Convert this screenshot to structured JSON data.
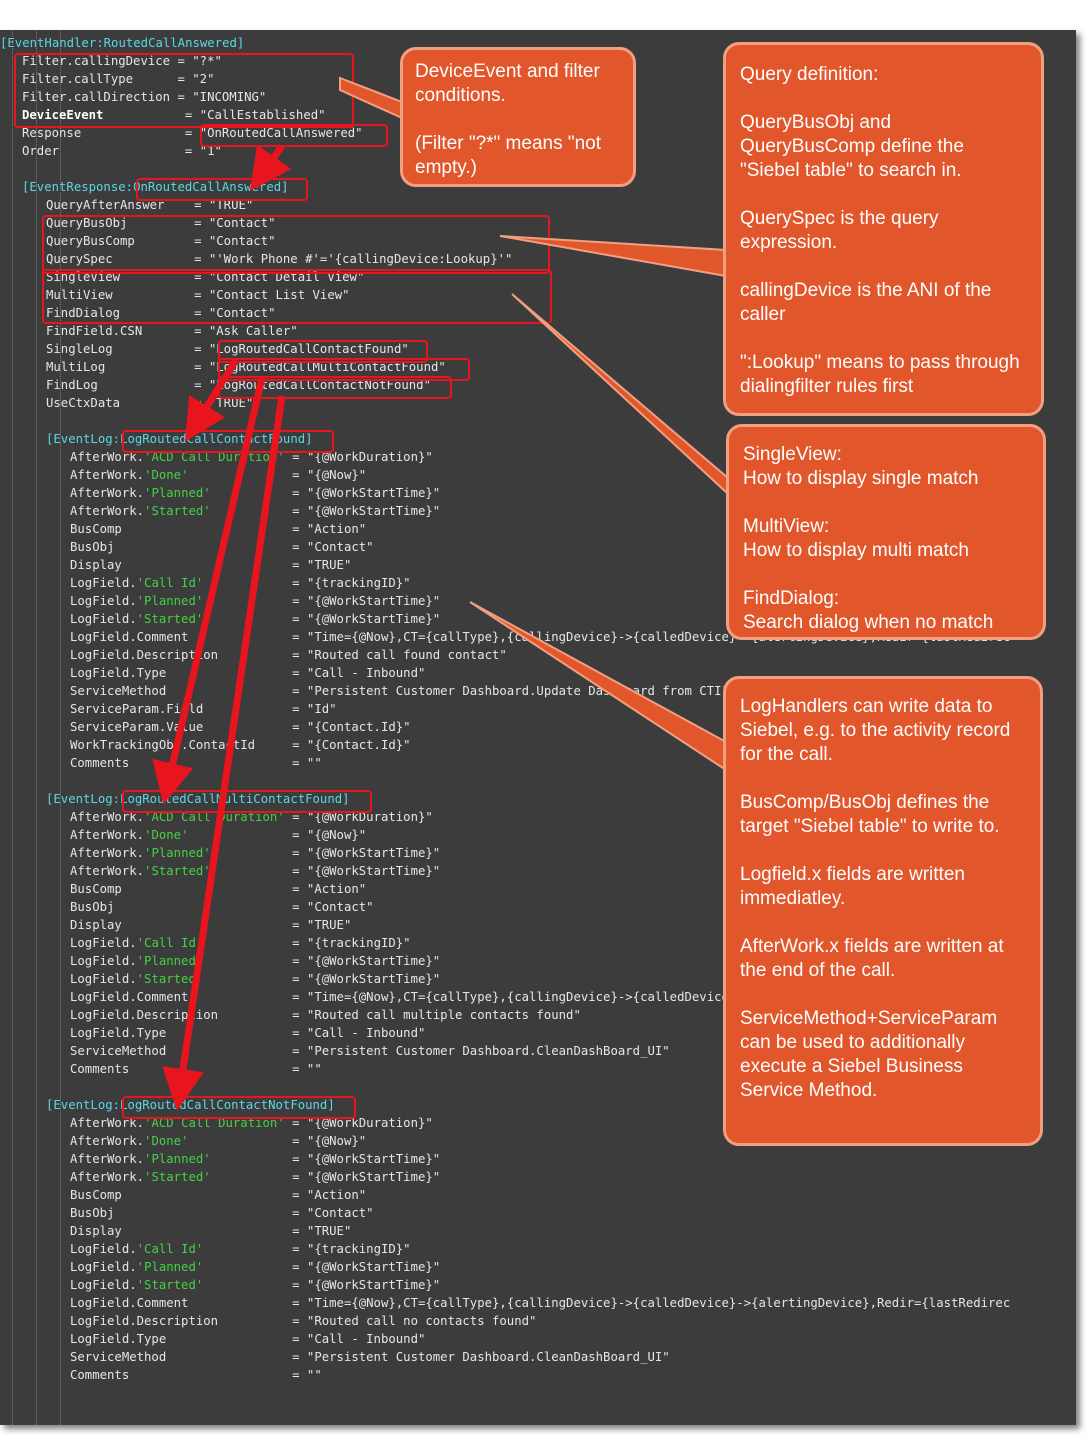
{
  "lines": [
    [
      {
        "t": "[EventHandler:RoutedCallAnswered]",
        "c": "hdr"
      }
    ],
    [
      {
        "t": "Filter.callingDevice = ",
        "c": "key"
      },
      {
        "t": "\"?*\"",
        "c": "val"
      }
    ],
    [
      {
        "t": "Filter.callType      = ",
        "c": "key"
      },
      {
        "t": "\"2\"",
        "c": "val"
      }
    ],
    [
      {
        "t": "Filter.callDirection = ",
        "c": "key"
      },
      {
        "t": "\"INCOMING\"",
        "c": "val"
      }
    ],
    [
      {
        "t": "DeviceEvent",
        "c": "bold"
      },
      {
        "t": "           = ",
        "c": "key"
      },
      {
        "t": "\"CallEstablished\"",
        "c": "val"
      }
    ],
    [
      {
        "t": "Response              = ",
        "c": "key"
      },
      {
        "t": "\"OnRoutedCallAnswered\"",
        "c": "val"
      }
    ],
    [
      {
        "t": "Order                 = ",
        "c": "key"
      },
      {
        "t": "\"1\"",
        "c": "val"
      }
    ],
    [],
    [
      {
        "t": "[EventResponse:",
        "c": "hdr"
      },
      {
        "t": "OnRoutedCallAnswered",
        "c": "hdr"
      },
      {
        "t": "]",
        "c": "hdr"
      }
    ],
    [
      {
        "t": "QueryAfterAnswer    = ",
        "c": "key"
      },
      {
        "t": "\"TRUE\"",
        "c": "val"
      }
    ],
    [
      {
        "t": "QueryBusObj         = ",
        "c": "key"
      },
      {
        "t": "\"Contact\"",
        "c": "val"
      }
    ],
    [
      {
        "t": "QueryBusComp        = ",
        "c": "key"
      },
      {
        "t": "\"Contact\"",
        "c": "val"
      }
    ],
    [
      {
        "t": "QuerySpec           = ",
        "c": "key"
      },
      {
        "t": "\"'Work Phone #'='{callingDevice:Lookup}'\"",
        "c": "val"
      }
    ],
    [
      {
        "t": "SingleView          = ",
        "c": "key"
      },
      {
        "t": "\"Contact Detail View\"",
        "c": "val"
      }
    ],
    [
      {
        "t": "MultiView           = ",
        "c": "key"
      },
      {
        "t": "\"Contact List View\"",
        "c": "val"
      }
    ],
    [
      {
        "t": "FindDialog          = ",
        "c": "key"
      },
      {
        "t": "\"Contact\"",
        "c": "val"
      }
    ],
    [
      {
        "t": "FindField.CSN       = ",
        "c": "key"
      },
      {
        "t": "\"Ask Caller\"",
        "c": "val"
      }
    ],
    [
      {
        "t": "SingleLog           = ",
        "c": "key"
      },
      {
        "t": "\"LogRoutedCallContactFound\"",
        "c": "val"
      }
    ],
    [
      {
        "t": "MultiLog            = ",
        "c": "key"
      },
      {
        "t": "\"LogRoutedCallMultiContactFound\"",
        "c": "val"
      }
    ],
    [
      {
        "t": "FindLog             = ",
        "c": "key"
      },
      {
        "t": "\"LogRoutedCallContactNotFound\"",
        "c": "val"
      }
    ],
    [
      {
        "t": "UseCtxData          = ",
        "c": "key"
      },
      {
        "t": "\"TRUE\"",
        "c": "val"
      }
    ],
    [],
    [
      {
        "t": "[EventLog:",
        "c": "hdr"
      },
      {
        "t": "LogRoutedCallContactFound",
        "c": "hdr"
      },
      {
        "t": "]",
        "c": "hdr"
      }
    ],
    [
      {
        "t": "AfterWork.",
        "c": "key"
      },
      {
        "t": "'ACD Call Duration'",
        "c": "str"
      },
      {
        "t": " = ",
        "c": "key"
      },
      {
        "t": "\"{@WorkDuration}\"",
        "c": "val"
      }
    ],
    [
      {
        "t": "AfterWork.",
        "c": "key"
      },
      {
        "t": "'Done'",
        "c": "str"
      },
      {
        "t": "              = ",
        "c": "key"
      },
      {
        "t": "\"{@Now}\"",
        "c": "val"
      }
    ],
    [
      {
        "t": "AfterWork.",
        "c": "key"
      },
      {
        "t": "'Planned'",
        "c": "str"
      },
      {
        "t": "           = ",
        "c": "key"
      },
      {
        "t": "\"{@WorkStartTime}\"",
        "c": "val"
      }
    ],
    [
      {
        "t": "AfterWork.",
        "c": "key"
      },
      {
        "t": "'Started'",
        "c": "str"
      },
      {
        "t": "           = ",
        "c": "key"
      },
      {
        "t": "\"{@WorkStartTime}\"",
        "c": "val"
      }
    ],
    [
      {
        "t": "BusComp                       = ",
        "c": "key"
      },
      {
        "t": "\"Action\"",
        "c": "val"
      }
    ],
    [
      {
        "t": "BusObj                        = ",
        "c": "key"
      },
      {
        "t": "\"Contact\"",
        "c": "val"
      }
    ],
    [
      {
        "t": "Display                       = ",
        "c": "key"
      },
      {
        "t": "\"TRUE\"",
        "c": "val"
      }
    ],
    [
      {
        "t": "LogField.",
        "c": "key"
      },
      {
        "t": "'Call Id'",
        "c": "str"
      },
      {
        "t": "            = ",
        "c": "key"
      },
      {
        "t": "\"{trackingID}\"",
        "c": "val"
      }
    ],
    [
      {
        "t": "LogField.",
        "c": "key"
      },
      {
        "t": "'Planned'",
        "c": "str"
      },
      {
        "t": "            = ",
        "c": "key"
      },
      {
        "t": "\"{@WorkStartTime}\"",
        "c": "val"
      }
    ],
    [
      {
        "t": "LogField.",
        "c": "key"
      },
      {
        "t": "'Started'",
        "c": "str"
      },
      {
        "t": "            = ",
        "c": "key"
      },
      {
        "t": "\"{@WorkStartTime}\"",
        "c": "val"
      }
    ],
    [
      {
        "t": "LogField.Comment              = ",
        "c": "key"
      },
      {
        "t": "\"Time={@Now},CT={callType},{callingDevice}->{calledDevice}->{alertingDevice},Redir={lastRedirec",
        "c": "val"
      }
    ],
    [
      {
        "t": "LogField.Description          = ",
        "c": "key"
      },
      {
        "t": "\"Routed call found contact\"",
        "c": "val"
      }
    ],
    [
      {
        "t": "LogField.Type                 = ",
        "c": "key"
      },
      {
        "t": "\"Call - Inbound\"",
        "c": "val"
      }
    ],
    [
      {
        "t": "ServiceMethod                 = ",
        "c": "key"
      },
      {
        "t": "\"Persistent Customer Dashboard.Update Dashboard from CTI\"",
        "c": "val"
      }
    ],
    [
      {
        "t": "ServiceParam.Field            = ",
        "c": "key"
      },
      {
        "t": "\"Id\"",
        "c": "val"
      }
    ],
    [
      {
        "t": "ServiceParam.Value            = ",
        "c": "key"
      },
      {
        "t": "\"{Contact.Id}\"",
        "c": "val"
      }
    ],
    [
      {
        "t": "WorkTrackingObj.ContactId     = ",
        "c": "key"
      },
      {
        "t": "\"{Contact.Id}\"",
        "c": "val"
      }
    ],
    [
      {
        "t": "Comments                      = ",
        "c": "key"
      },
      {
        "t": "\"\"",
        "c": "val"
      }
    ],
    [],
    [
      {
        "t": "[EventLog:",
        "c": "hdr"
      },
      {
        "t": "LogRoutedCallMultiContactFound",
        "c": "hdr"
      },
      {
        "t": "]",
        "c": "hdr"
      }
    ],
    [
      {
        "t": "AfterWork.",
        "c": "key"
      },
      {
        "t": "'ACD Call Duration'",
        "c": "str"
      },
      {
        "t": " = ",
        "c": "key"
      },
      {
        "t": "\"{@WorkDuration}\"",
        "c": "val"
      }
    ],
    [
      {
        "t": "AfterWork.",
        "c": "key"
      },
      {
        "t": "'Done'",
        "c": "str"
      },
      {
        "t": "              = ",
        "c": "key"
      },
      {
        "t": "\"{@Now}\"",
        "c": "val"
      }
    ],
    [
      {
        "t": "AfterWork.",
        "c": "key"
      },
      {
        "t": "'Planned'",
        "c": "str"
      },
      {
        "t": "           = ",
        "c": "key"
      },
      {
        "t": "\"{@WorkStartTime}\"",
        "c": "val"
      }
    ],
    [
      {
        "t": "AfterWork.",
        "c": "key"
      },
      {
        "t": "'Started'",
        "c": "str"
      },
      {
        "t": "           = ",
        "c": "key"
      },
      {
        "t": "\"{@WorkStartTime}\"",
        "c": "val"
      }
    ],
    [
      {
        "t": "BusComp                       = ",
        "c": "key"
      },
      {
        "t": "\"Action\"",
        "c": "val"
      }
    ],
    [
      {
        "t": "BusObj                        = ",
        "c": "key"
      },
      {
        "t": "\"Contact\"",
        "c": "val"
      }
    ],
    [
      {
        "t": "Display                       = ",
        "c": "key"
      },
      {
        "t": "\"TRUE\"",
        "c": "val"
      }
    ],
    [
      {
        "t": "LogField.",
        "c": "key"
      },
      {
        "t": "'Call Id'",
        "c": "str"
      },
      {
        "t": "            = ",
        "c": "key"
      },
      {
        "t": "\"{trackingID}\"",
        "c": "val"
      }
    ],
    [
      {
        "t": "LogField.",
        "c": "key"
      },
      {
        "t": "'Planned'",
        "c": "str"
      },
      {
        "t": "            = ",
        "c": "key"
      },
      {
        "t": "\"{@WorkStartTime}\"",
        "c": "val"
      }
    ],
    [
      {
        "t": "LogField.",
        "c": "key"
      },
      {
        "t": "'Started'",
        "c": "str"
      },
      {
        "t": "            = ",
        "c": "key"
      },
      {
        "t": "\"{@WorkStartTime}\"",
        "c": "val"
      }
    ],
    [
      {
        "t": "LogField.Comment              = ",
        "c": "key"
      },
      {
        "t": "\"Time={@Now},CT={callType},{callingDevice}->{calledDevice}->{alertingDevice},Redir={lastRedirec",
        "c": "val"
      }
    ],
    [
      {
        "t": "LogField.Description          = ",
        "c": "key"
      },
      {
        "t": "\"Routed call multiple contacts found\"",
        "c": "val"
      }
    ],
    [
      {
        "t": "LogField.Type                 = ",
        "c": "key"
      },
      {
        "t": "\"Call - Inbound\"",
        "c": "val"
      }
    ],
    [
      {
        "t": "ServiceMethod                 = ",
        "c": "key"
      },
      {
        "t": "\"Persistent Customer Dashboard.CleanDashBoard_UI\"",
        "c": "val"
      }
    ],
    [
      {
        "t": "Comments                      = ",
        "c": "key"
      },
      {
        "t": "\"\"",
        "c": "val"
      }
    ],
    [],
    [
      {
        "t": "[EventLog:",
        "c": "hdr"
      },
      {
        "t": "LogRoutedCallContactNotFound",
        "c": "hdr"
      },
      {
        "t": "]",
        "c": "hdr"
      }
    ],
    [
      {
        "t": "AfterWork.",
        "c": "key"
      },
      {
        "t": "'ACD Call Duration'",
        "c": "str"
      },
      {
        "t": " = ",
        "c": "key"
      },
      {
        "t": "\"{@WorkDuration}\"",
        "c": "val"
      }
    ],
    [
      {
        "t": "AfterWork.",
        "c": "key"
      },
      {
        "t": "'Done'",
        "c": "str"
      },
      {
        "t": "              = ",
        "c": "key"
      },
      {
        "t": "\"{@Now}\"",
        "c": "val"
      }
    ],
    [
      {
        "t": "AfterWork.",
        "c": "key"
      },
      {
        "t": "'Planned'",
        "c": "str"
      },
      {
        "t": "           = ",
        "c": "key"
      },
      {
        "t": "\"{@WorkStartTime}\"",
        "c": "val"
      }
    ],
    [
      {
        "t": "AfterWork.",
        "c": "key"
      },
      {
        "t": "'Started'",
        "c": "str"
      },
      {
        "t": "           = ",
        "c": "key"
      },
      {
        "t": "\"{@WorkStartTime}\"",
        "c": "val"
      }
    ],
    [
      {
        "t": "BusComp                       = ",
        "c": "key"
      },
      {
        "t": "\"Action\"",
        "c": "val"
      }
    ],
    [
      {
        "t": "BusObj                        = ",
        "c": "key"
      },
      {
        "t": "\"Contact\"",
        "c": "val"
      }
    ],
    [
      {
        "t": "Display                       = ",
        "c": "key"
      },
      {
        "t": "\"TRUE\"",
        "c": "val"
      }
    ],
    [
      {
        "t": "LogField.",
        "c": "key"
      },
      {
        "t": "'Call Id'",
        "c": "str"
      },
      {
        "t": "            = ",
        "c": "key"
      },
      {
        "t": "\"{trackingID}\"",
        "c": "val"
      }
    ],
    [
      {
        "t": "LogField.",
        "c": "key"
      },
      {
        "t": "'Planned'",
        "c": "str"
      },
      {
        "t": "            = ",
        "c": "key"
      },
      {
        "t": "\"{@WorkStartTime}\"",
        "c": "val"
      }
    ],
    [
      {
        "t": "LogField.",
        "c": "key"
      },
      {
        "t": "'Started'",
        "c": "str"
      },
      {
        "t": "            = ",
        "c": "key"
      },
      {
        "t": "\"{@WorkStartTime}\"",
        "c": "val"
      }
    ],
    [
      {
        "t": "LogField.Comment              = ",
        "c": "key"
      },
      {
        "t": "\"Time={@Now},CT={callType},{callingDevice}->{calledDevice}->{alertingDevice},Redir={lastRedirec",
        "c": "val"
      }
    ],
    [
      {
        "t": "LogField.Description          = ",
        "c": "key"
      },
      {
        "t": "\"Routed call no contacts found\"",
        "c": "val"
      }
    ],
    [
      {
        "t": "LogField.Type                 = ",
        "c": "key"
      },
      {
        "t": "\"Call - Inbound\"",
        "c": "val"
      }
    ],
    [
      {
        "t": "ServiceMethod                 = ",
        "c": "key"
      },
      {
        "t": "\"Persistent Customer Dashboard.CleanDashBoard_UI\"",
        "c": "val"
      }
    ],
    [
      {
        "t": "Comments                      = ",
        "c": "key"
      },
      {
        "t": "\"\"",
        "c": "val"
      }
    ]
  ],
  "callouts": {
    "device_event": [
      "DeviceEvent and filter conditions.",
      "(Filter \"?*\" means \"not empty.)"
    ],
    "query": [
      "Query definition:",
      "QueryBusObj and QueryBusComp define the \"Siebel table\" to search in.",
      "QuerySpec is the query expression.",
      "callingDevice is the ANI of the caller",
      "\":Lookup\" means to pass through dialingfilter rules first"
    ],
    "views": [
      "SingleView:\nHow to display single match",
      "MultiView:\nHow to display multi match",
      "FindDialog:\nSearch dialog when no match"
    ],
    "log_handlers": [
      "LogHandlers can write data to Siebel, e.g. to the activity record for the call.",
      "BusComp/BusObj defines the target \"Siebel table\" to write to.",
      "Logfield.x fields are written immediatley.",
      "AfterWork.x fields are written at the end of the call.",
      "ServiceMethod+ServiceParam can be used to additionally execute a Siebel Business Service Method."
    ]
  },
  "colors": {
    "editor_bg": "#3c3c3c",
    "section_header": "#5ad7e6",
    "string_literal": "#45d145",
    "callout_fill": "#e2562c",
    "callout_border": "#f0a080",
    "highlight_box": "#e8141e"
  }
}
